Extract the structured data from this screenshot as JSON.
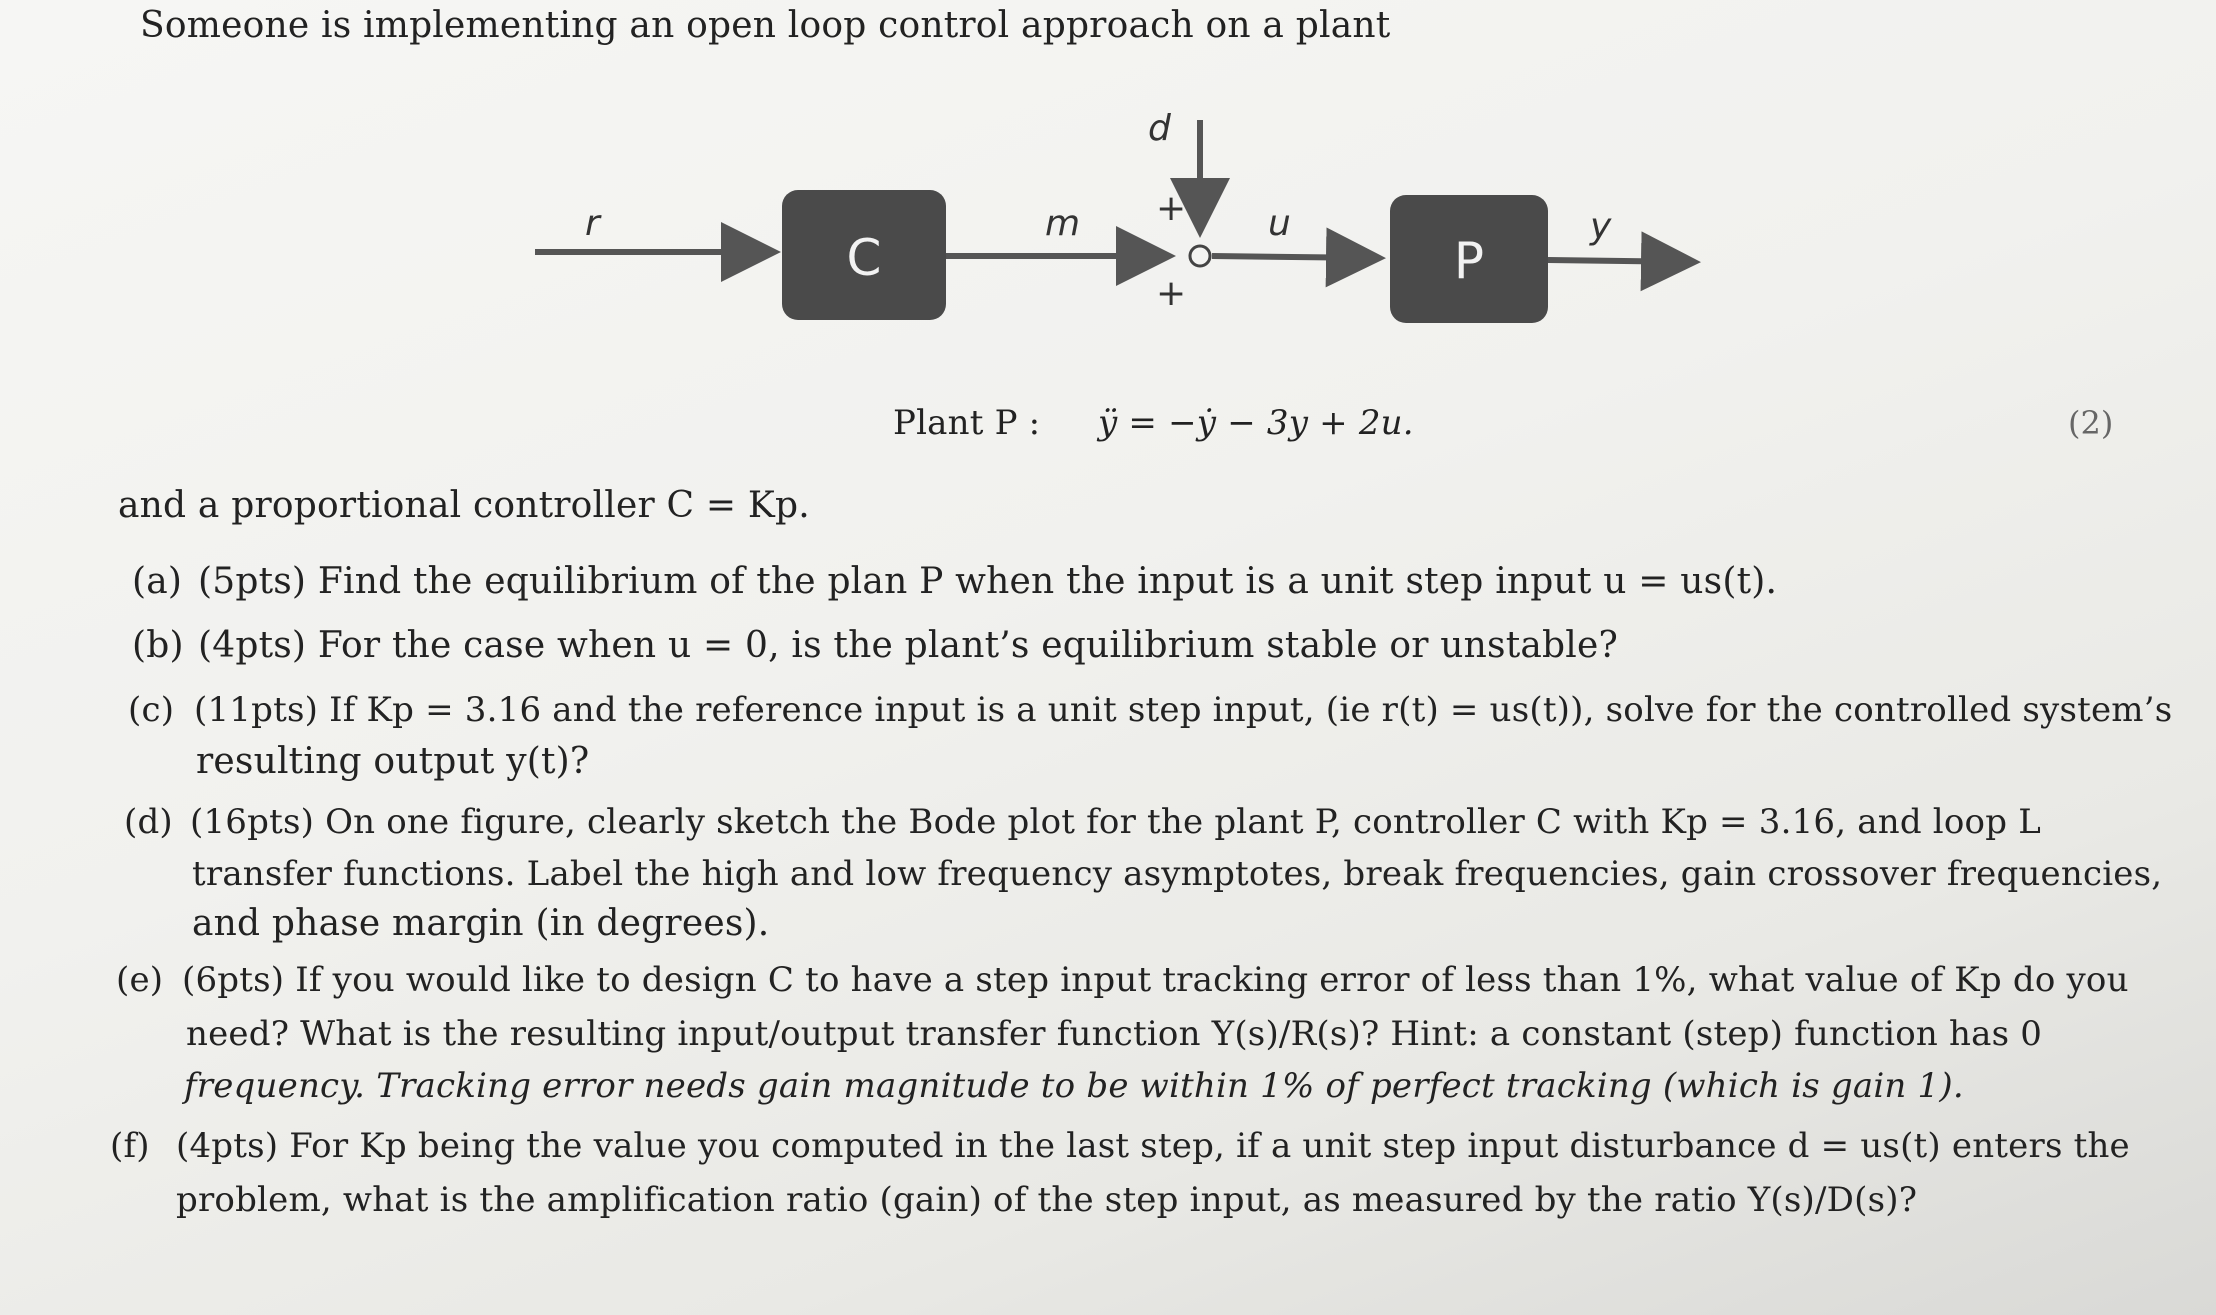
{
  "intro": "Someone is implementing an open loop control approach on a plant",
  "diagram": {
    "signal_r": "r",
    "block_c": "C",
    "signal_m": "m",
    "signal_d": "d",
    "plus_top": "+",
    "plus_bottom": "+",
    "signal_u": "u",
    "block_p": "P",
    "signal_y": "y",
    "colors": {
      "block": "#4a4a4a",
      "line": "#555555",
      "block_text": "#f2f2f2"
    }
  },
  "plant_label": "Plant P :",
  "plant_equation": "ÿ = −ẏ − 3y + 2u.",
  "equation_number": "(2)",
  "controller_line": "and a proportional controller C = Kp.",
  "questions": [
    {
      "tag": "(a)",
      "lines": [
        "(5pts) Find the equilibrium of the plan P when the input is a unit step input u = us(t)."
      ]
    },
    {
      "tag": "(b)",
      "lines": [
        "(4pts) For the case when u = 0, is the plant’s equilibrium stable or unstable?"
      ]
    },
    {
      "tag": "(c)",
      "lines": [
        "(11pts) If Kp = 3.16 and the reference input is a unit step input, (ie r(t) = us(t)), solve for the controlled system’s",
        "resulting output y(t)?"
      ]
    },
    {
      "tag": "(d)",
      "lines": [
        "(16pts) On one figure, clearly sketch the Bode plot for the plant P, controller C with Kp = 3.16, and loop L",
        "transfer functions. Label the high and low frequency asymptotes, break frequencies, gain crossover frequencies,",
        "and phase margin (in degrees)."
      ]
    },
    {
      "tag": "(e)",
      "lines": [
        "(6pts) If you would like to design C to have a step input tracking error of less than 1%, what value of Kp do you",
        "need? What is the resulting input/output transfer function Y(s)/R(s)? Hint: a constant (step) function has 0",
        "frequency. Tracking error needs gain magnitude to be within 1% of perfect tracking (which is gain 1)."
      ]
    },
    {
      "tag": "(f)",
      "lines": [
        "(4pts) For Kp being the value you computed in the last step, if a unit step input disturbance d = us(t) enters the",
        "problem, what is the amplification ratio (gain) of the step input, as measured by the ratio Y(s)/D(s)?"
      ]
    }
  ]
}
